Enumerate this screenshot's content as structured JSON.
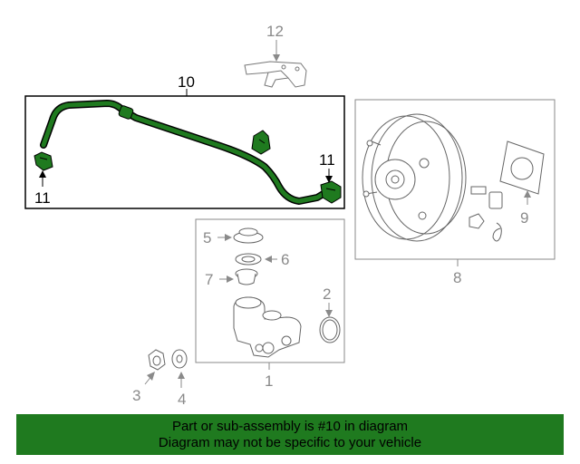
{
  "callouts": {
    "n1": "1",
    "n2": "2",
    "n3": "3",
    "n4": "4",
    "n5": "5",
    "n6": "6",
    "n7": "7",
    "n8": "8",
    "n9": "9",
    "n10": "10",
    "n11a": "11",
    "n11b": "11",
    "n12": "12"
  },
  "caption": {
    "line1": "Part or sub-assembly is #10 in diagram",
    "line2": "Diagram may not be specific to your vehicle"
  },
  "colors": {
    "highlight_part": "#1f7a1f",
    "caption_bar": "#1f7a1f",
    "callout_gray": "#8a8a8a",
    "outline": "#000000"
  }
}
